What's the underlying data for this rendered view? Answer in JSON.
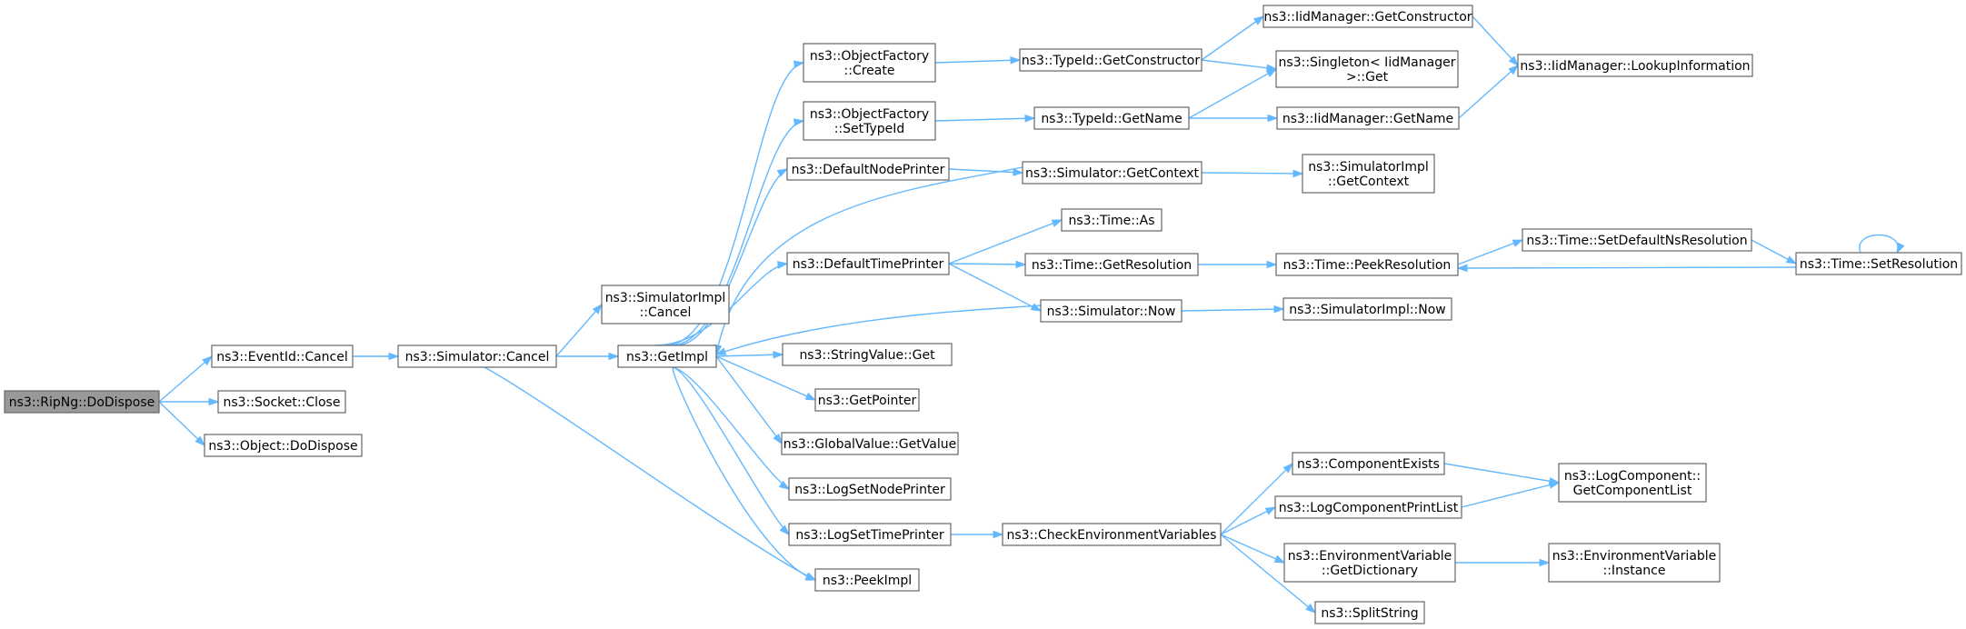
{
  "nodes": [
    {
      "id": "ripng_dodispose",
      "lines": [
        "ns3::RipNg::DoDispose"
      ],
      "root": true
    },
    {
      "id": "eventid_cancel",
      "lines": [
        "ns3::EventId::Cancel"
      ]
    },
    {
      "id": "socket_close",
      "lines": [
        "ns3::Socket::Close"
      ]
    },
    {
      "id": "object_dodispose",
      "lines": [
        "ns3::Object::DoDispose"
      ]
    },
    {
      "id": "simulator_cancel",
      "lines": [
        "ns3::Simulator::Cancel"
      ]
    },
    {
      "id": "simulatorimpl_cancel",
      "lines": [
        "ns3::SimulatorImpl",
        "::Cancel"
      ]
    },
    {
      "id": "getimpl",
      "lines": [
        "ns3::GetImpl"
      ]
    },
    {
      "id": "objectfactory_create",
      "lines": [
        "ns3::ObjectFactory",
        "::Create"
      ]
    },
    {
      "id": "objectfactory_settypeid",
      "lines": [
        "ns3::ObjectFactory",
        "::SetTypeId"
      ]
    },
    {
      "id": "defaultnodeprinter",
      "lines": [
        "ns3::DefaultNodePrinter"
      ]
    },
    {
      "id": "defaulttimeprinter",
      "lines": [
        "ns3::DefaultTimePrinter"
      ]
    },
    {
      "id": "stringvalue_get",
      "lines": [
        "ns3::StringValue::Get"
      ]
    },
    {
      "id": "getpointer",
      "lines": [
        "ns3::GetPointer"
      ]
    },
    {
      "id": "globalvalue_getvalue",
      "lines": [
        "ns3::GlobalValue::GetValue"
      ]
    },
    {
      "id": "logsetnodeprinter",
      "lines": [
        "ns3::LogSetNodePrinter"
      ]
    },
    {
      "id": "logsettimeprinter",
      "lines": [
        "ns3::LogSetTimePrinter"
      ]
    },
    {
      "id": "peekimpl",
      "lines": [
        "ns3::PeekImpl"
      ]
    },
    {
      "id": "typeid_getconstructor",
      "lines": [
        "ns3::TypeId::GetConstructor"
      ]
    },
    {
      "id": "typeid_getname",
      "lines": [
        "ns3::TypeId::GetName"
      ]
    },
    {
      "id": "simulator_getcontext",
      "lines": [
        "ns3::Simulator::GetContext"
      ]
    },
    {
      "id": "time_as",
      "lines": [
        "ns3::Time::As"
      ]
    },
    {
      "id": "time_getresolution",
      "lines": [
        "ns3::Time::GetResolution"
      ]
    },
    {
      "id": "simulator_now",
      "lines": [
        "ns3::Simulator::Now"
      ]
    },
    {
      "id": "checkenvironmentvariables",
      "lines": [
        "ns3::CheckEnvironmentVariables"
      ]
    },
    {
      "id": "iidmanager_getconstructor",
      "lines": [
        "ns3::IidManager::GetConstructor"
      ]
    },
    {
      "id": "singleton_get",
      "lines": [
        "ns3::Singleton< IidManager",
        ">::Get"
      ]
    },
    {
      "id": "iidmanager_getname",
      "lines": [
        "ns3::IidManager::GetName"
      ]
    },
    {
      "id": "simulatorimpl_getcontext",
      "lines": [
        "ns3::SimulatorImpl",
        "::GetContext"
      ]
    },
    {
      "id": "time_peekresolution",
      "lines": [
        "ns3::Time::PeekResolution"
      ]
    },
    {
      "id": "simulatorimpl_now",
      "lines": [
        "ns3::SimulatorImpl::Now"
      ]
    },
    {
      "id": "componentexists",
      "lines": [
        "ns3::ComponentExists"
      ]
    },
    {
      "id": "logcomponentprintlist",
      "lines": [
        "ns3::LogComponentPrintList"
      ]
    },
    {
      "id": "environmentvariable_getdictionary",
      "lines": [
        "ns3::EnvironmentVariable",
        "::GetDictionary"
      ]
    },
    {
      "id": "splitstring",
      "lines": [
        "ns3::SplitString"
      ]
    },
    {
      "id": "iidmanager_lookupinformation",
      "lines": [
        "ns3::IidManager::LookupInformation"
      ]
    },
    {
      "id": "time_setdefaultnsresolution",
      "lines": [
        "ns3::Time::SetDefaultNsResolution"
      ]
    },
    {
      "id": "time_setresolution",
      "lines": [
        "ns3::Time::SetResolution"
      ]
    },
    {
      "id": "logcomponent_getcomponentlist",
      "lines": [
        "ns3::LogComponent::",
        "GetComponentList"
      ]
    },
    {
      "id": "environmentvariable_instance",
      "lines": [
        "ns3::EnvironmentVariable",
        "::Instance"
      ]
    }
  ],
  "edges": [
    [
      "ripng_dodispose",
      "eventid_cancel"
    ],
    [
      "ripng_dodispose",
      "socket_close"
    ],
    [
      "ripng_dodispose",
      "object_dodispose"
    ],
    [
      "eventid_cancel",
      "simulator_cancel"
    ],
    [
      "simulator_cancel",
      "simulatorimpl_cancel"
    ],
    [
      "simulator_cancel",
      "getimpl"
    ],
    [
      "simulator_cancel",
      "peekimpl"
    ],
    [
      "getimpl",
      "objectfactory_create"
    ],
    [
      "getimpl",
      "objectfactory_settypeid"
    ],
    [
      "getimpl",
      "defaultnodeprinter"
    ],
    [
      "getimpl",
      "defaulttimeprinter"
    ],
    [
      "getimpl",
      "stringvalue_get"
    ],
    [
      "getimpl",
      "getpointer"
    ],
    [
      "getimpl",
      "globalvalue_getvalue"
    ],
    [
      "getimpl",
      "logsetnodeprinter"
    ],
    [
      "getimpl",
      "logsettimeprinter"
    ],
    [
      "getimpl",
      "peekimpl"
    ],
    [
      "objectfactory_create",
      "typeid_getconstructor"
    ],
    [
      "objectfactory_settypeid",
      "typeid_getname"
    ],
    [
      "defaultnodeprinter",
      "simulator_getcontext"
    ],
    [
      "simulator_getcontext",
      "getimpl"
    ],
    [
      "simulator_getcontext",
      "simulatorimpl_getcontext"
    ],
    [
      "defaulttimeprinter",
      "time_as"
    ],
    [
      "defaulttimeprinter",
      "time_getresolution"
    ],
    [
      "defaulttimeprinter",
      "simulator_now"
    ],
    [
      "simulator_now",
      "getimpl"
    ],
    [
      "simulator_now",
      "simulatorimpl_now"
    ],
    [
      "typeid_getconstructor",
      "iidmanager_getconstructor"
    ],
    [
      "typeid_getconstructor",
      "singleton_get"
    ],
    [
      "typeid_getname",
      "singleton_get"
    ],
    [
      "typeid_getname",
      "iidmanager_getname"
    ],
    [
      "iidmanager_getconstructor",
      "iidmanager_lookupinformation"
    ],
    [
      "iidmanager_getname",
      "iidmanager_lookupinformation"
    ],
    [
      "time_getresolution",
      "time_peekresolution"
    ],
    [
      "time_peekresolution",
      "time_setdefaultnsresolution"
    ],
    [
      "time_setdefaultnsresolution",
      "time_setresolution"
    ],
    [
      "time_setresolution",
      "time_peekresolution"
    ],
    [
      "time_setresolution",
      "time_setresolution"
    ],
    [
      "logsettimeprinter",
      "checkenvironmentvariables"
    ],
    [
      "checkenvironmentvariables",
      "componentexists"
    ],
    [
      "checkenvironmentvariables",
      "logcomponentprintlist"
    ],
    [
      "checkenvironmentvariables",
      "environmentvariable_getdictionary"
    ],
    [
      "checkenvironmentvariables",
      "splitstring"
    ],
    [
      "componentexists",
      "logcomponent_getcomponentlist"
    ],
    [
      "logcomponentprintlist",
      "logcomponent_getcomponentlist"
    ],
    [
      "environmentvariable_getdictionary",
      "environmentvariable_instance"
    ]
  ]
}
